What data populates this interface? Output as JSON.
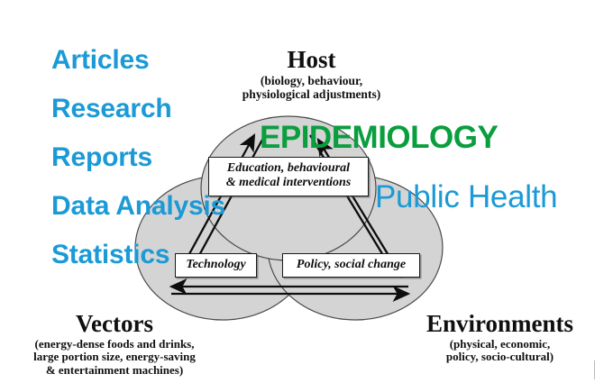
{
  "overlay": {
    "services": [
      {
        "label": "Articles"
      },
      {
        "label": "Research"
      },
      {
        "label": "Reports"
      },
      {
        "label": "Data Analysis"
      },
      {
        "label": "Statistics"
      }
    ],
    "epidemiology_word": "EPIDEMIOLOGY",
    "public_health_word": "Public Health",
    "colors": {
      "blue": "#1b9ad6",
      "green": "#0a9e3f"
    }
  },
  "diagram": {
    "type": "venn-triad",
    "ellipse_fill": "#d4d4d4",
    "ellipse_stroke": "#4a4a4a",
    "nodes": [
      {
        "id": "host",
        "title": "Host",
        "subtitle_line1": "(biology, behaviour,",
        "subtitle_line2": "physiological adjustments)"
      },
      {
        "id": "vectors",
        "title": "Vectors",
        "subtitle_line1": "(energy-dense foods and drinks,",
        "subtitle_line2": "large portion size, energy-saving",
        "subtitle_line3": "& entertainment machines)"
      },
      {
        "id": "environments",
        "title": "Environments",
        "subtitle_line1": "(physical, economic,",
        "subtitle_line2": "policy, socio-cultural)"
      }
    ],
    "link_labels": [
      {
        "id": "education",
        "line1": "Education, behavioural",
        "line2": "& medical interventions"
      },
      {
        "id": "technology",
        "line1": "Technology"
      },
      {
        "id": "policy",
        "line1": "Policy, social change"
      }
    ]
  }
}
